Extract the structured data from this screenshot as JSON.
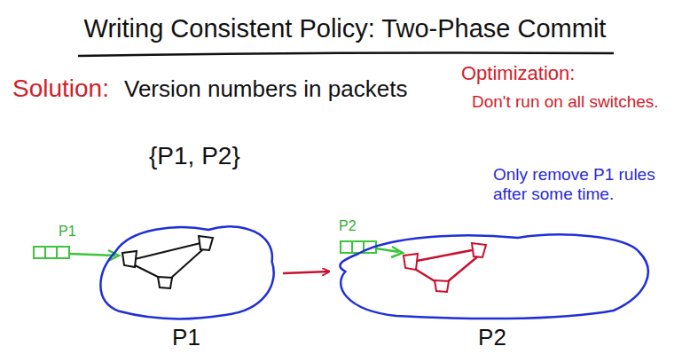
{
  "diagram": {
    "title": "Writing Consistent Policy: Two-Phase Commit",
    "nodes": [
      {
        "text": [
          "P1"
        ]
      },
      {
        "text": [
          "P2"
        ]
      }
    ],
    "edges": [
      {
        "from": 0,
        "to": 1,
        "arrow": "to"
      }
    ],
    "labels": [
      "Solution:",
      "Version numbers in packets",
      "{P1, P2}",
      "Optimization:",
      "Don't run on all switches.",
      "Only remove P1 rules after some time.",
      "P1",
      "P2"
    ]
  }
}
